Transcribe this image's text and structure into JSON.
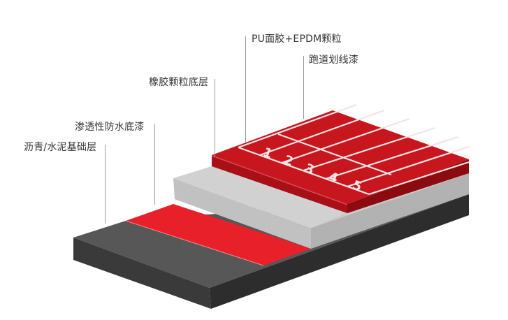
{
  "diagram": {
    "type": "layered cross-section",
    "subject": "running track layer structure",
    "layers": [
      {
        "id": "base",
        "label": "沥青/水泥基础层",
        "color": "#4a4a4a"
      },
      {
        "id": "primer",
        "label": "渗透性防水底漆",
        "color": "#e8202a"
      },
      {
        "id": "rubber",
        "label": "橡胶颗粒底层",
        "color": "#cfcfcf"
      },
      {
        "id": "surface",
        "label": "PU面胶+EPDM颗粒",
        "color": "#c8161e"
      },
      {
        "id": "lines",
        "label": "跑道划线漆",
        "color": "#f3e4e4"
      }
    ],
    "lane_numbers": [
      "1",
      "2",
      "3",
      "4",
      "5"
    ]
  },
  "colors": {
    "asphalt_top": "#5a5a5a",
    "asphalt_front": "#3e3e3e",
    "asphalt_side": "#666666",
    "primer": "#e8202a",
    "rubber_top": "#d6d6d6",
    "rubber_front": "#c4c4c4",
    "rubber_side": "#bdbdbd",
    "pu_top": "#c8161e",
    "pu_front": "#a80f16",
    "pu_side": "#8e0c12",
    "line_paint": "#f3e4e4",
    "leader": "#9a9a9a",
    "text": "#333333"
  }
}
